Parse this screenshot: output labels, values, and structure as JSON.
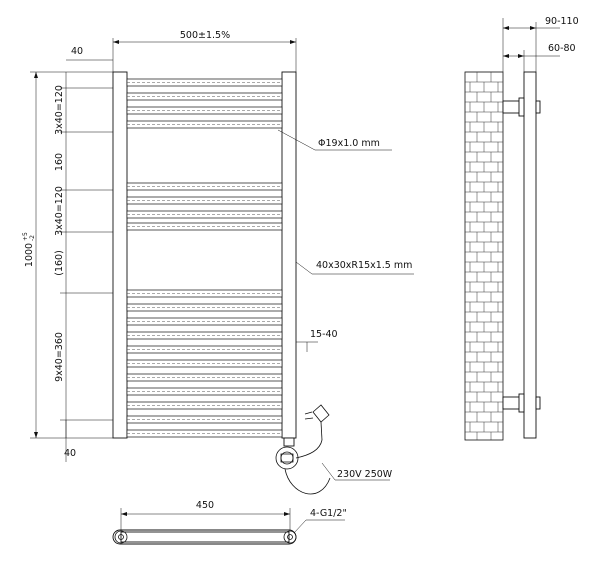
{
  "labels": {
    "width": "500±1.5%",
    "top_margin": "40",
    "bottom_margin": "40",
    "group1": "3x40=120",
    "gap1": "160",
    "group2": "3x40=120",
    "gap2": "(160)",
    "group3": "9x40=360",
    "height": "1000",
    "height_tol_top": "+5",
    "height_tol_bot": "-2",
    "bar_tube": "Φ19x1.0  mm",
    "post_tube": "40x30xR15x1.5  mm",
    "heater_offset": "15-40",
    "heater_rating": "230V 250W",
    "depth_outer": "90-110",
    "depth_inner": "60-80",
    "bracket_spacing": "450",
    "fittings": "4-G1/2\""
  }
}
